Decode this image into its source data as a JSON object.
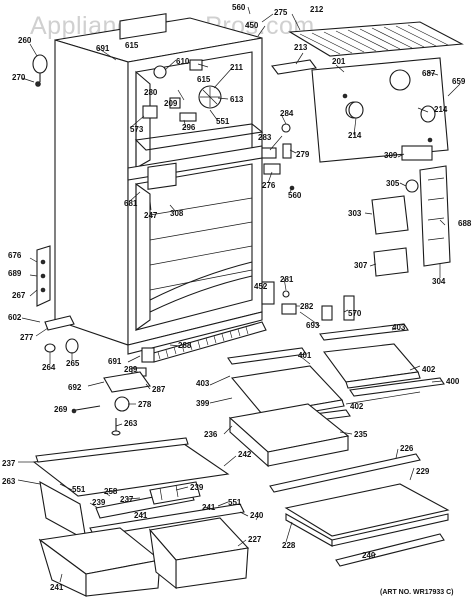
{
  "watermark": "AppliancePartsPros.com",
  "art_number": "(ART NO. WR17933 C)",
  "callouts": [
    "560",
    "275",
    "212",
    "450",
    "260",
    "691",
    "615",
    "610",
    "270",
    "213",
    "201",
    "687",
    "659",
    "211",
    "615",
    "280",
    "209",
    "613",
    "284",
    "214",
    "214",
    "573",
    "296",
    "551",
    "283",
    "279",
    "309",
    "305",
    "276",
    "560",
    "681",
    "247",
    "308",
    "303",
    "688",
    "676",
    "689",
    "267",
    "281",
    "452",
    "282",
    "570",
    "307",
    "304",
    "602",
    "277",
    "693",
    "403",
    "264",
    "265",
    "288",
    "691",
    "289",
    "401",
    "402",
    "287",
    "403",
    "400",
    "692",
    "399",
    "278",
    "402",
    "269",
    "263",
    "236",
    "235",
    "226",
    "237",
    "263",
    "551",
    "242",
    "258",
    "229",
    "239",
    "237",
    "239",
    "551",
    "241",
    "241",
    "228",
    "240",
    "241",
    "227",
    "240"
  ]
}
